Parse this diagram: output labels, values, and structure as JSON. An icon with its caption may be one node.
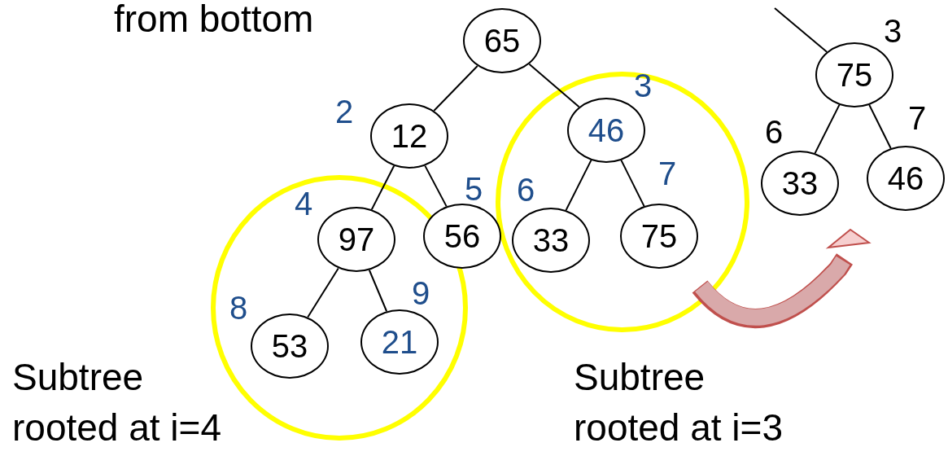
{
  "diagram": {
    "nodes": [
      {
        "text": [
          "65"
        ]
      },
      {
        "text": [
          "12"
        ],
        "beside": [
          "2"
        ]
      },
      {
        "text": [
          "46"
        ],
        "beside": [
          "3"
        ]
      },
      {
        "text": [
          "97"
        ],
        "beside": [
          "4"
        ]
      },
      {
        "text": [
          "56"
        ],
        "beside": [
          "5"
        ]
      },
      {
        "text": [
          "33"
        ],
        "beside": [
          "6"
        ]
      },
      {
        "text": [
          "75"
        ],
        "beside": [
          "7"
        ]
      },
      {
        "text": [
          "53"
        ],
        "beside": [
          "8"
        ]
      },
      {
        "text": [
          "21"
        ],
        "beside": [
          "9"
        ]
      },
      {
        "text": [
          "75"
        ],
        "beside": [
          "3"
        ]
      },
      {
        "text": [
          "33"
        ],
        "beside": [
          "6"
        ]
      },
      {
        "text": [
          "46"
        ],
        "beside": [
          "7"
        ]
      }
    ],
    "edges": [
      {
        "from": 0,
        "to": 1,
        "arrow": "none"
      },
      {
        "from": 0,
        "to": 2,
        "arrow": "none"
      },
      {
        "from": 1,
        "to": 3,
        "arrow": "none"
      },
      {
        "from": 1,
        "to": 4,
        "arrow": "none"
      },
      {
        "from": 2,
        "to": 5,
        "arrow": "none"
      },
      {
        "from": 2,
        "to": 6,
        "arrow": "none"
      },
      {
        "from": 3,
        "to": 7,
        "arrow": "none"
      },
      {
        "from": 3,
        "to": 8,
        "arrow": "none"
      },
      {
        "from": null,
        "to": 9,
        "arrow": "none"
      },
      {
        "from": 9,
        "to": 10,
        "arrow": "none"
      },
      {
        "from": 9,
        "to": 11,
        "arrow": "none"
      }
    ],
    "labels": [
      "from bottom",
      "Subtree rooted at i=4",
      "Subtree rooted at i=3"
    ]
  }
}
